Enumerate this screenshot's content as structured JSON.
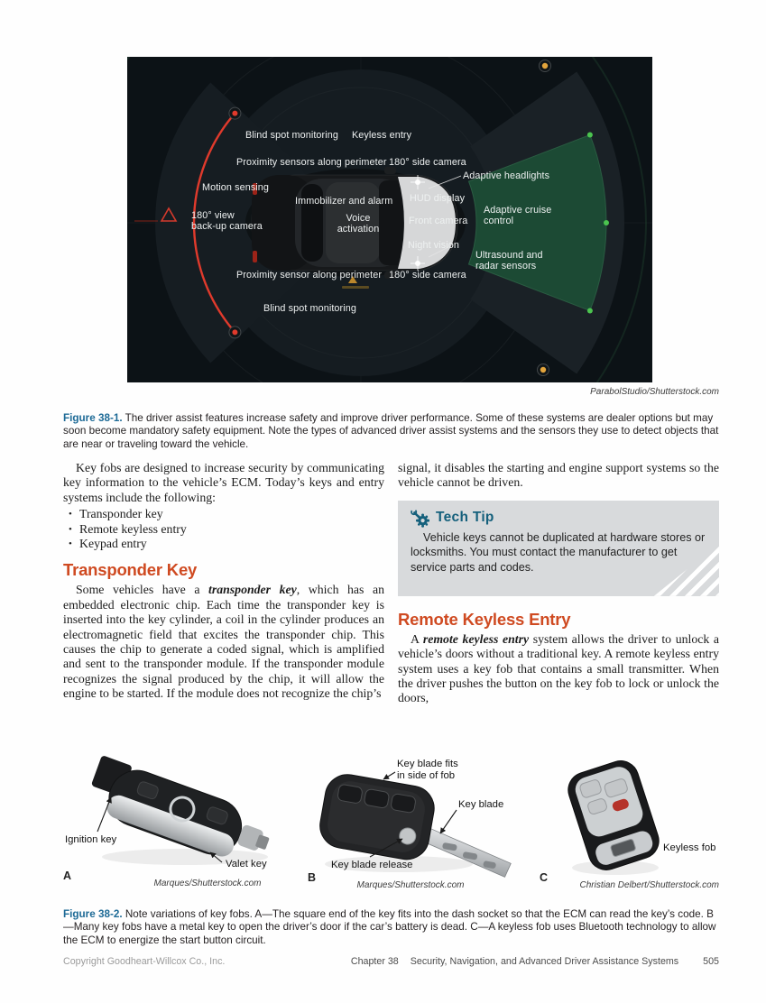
{
  "colors": {
    "heading_accent": "#cf4a21",
    "caption_label_blue": "#1d6a96",
    "tech_tip_teal": "#15607c",
    "tech_tip_bg": "#d8dadc",
    "figure_bg": "#0c1216",
    "zone_green": "#1c4a34",
    "arc_red": "#e03a2c",
    "dot_orange": "#e2a43c",
    "dot_green": "#4bc44f"
  },
  "icons": {
    "tech_tip": "gear-wrench-icon"
  },
  "figure1": {
    "labels": [
      "Blind spot monitoring",
      "Keyless entry",
      "Proximity sensors along perimeter",
      "180° side camera",
      "Adaptive headlights",
      "Motion sensing",
      "Immobilizer and alarm",
      "HUD display",
      "180° view\nback-up camera",
      "Voice\nactivation",
      "Front camera",
      "Adaptive cruise\ncontrol",
      "Night vision",
      "Ultrasound and\nradar sensors",
      "Proximity sensor along perimeter",
      "180° side camera",
      "Blind spot monitoring"
    ],
    "attribution": "ParabolStudio/Shutterstock.com",
    "caption_label": "Figure 38-1.",
    "caption_text": " The driver assist features increase safety and improve driver performance. Some of these systems are dealer options but may soon become mandatory safety equipment. Note the types of advanced driver assist systems and the sensors they use to detect objects that are near or traveling toward the vehicle."
  },
  "article": {
    "intro": "Key fobs are designed to increase security by communicating key information to the vehicle’s ECM. Today’s keys and entry systems include the following:",
    "bullets": [
      "Transponder key",
      "Remote keyless entry",
      "Keypad entry"
    ],
    "transponder": {
      "heading": "Transponder Key",
      "p_pre": "Some vehicles have a ",
      "p_term": "transponder key",
      "p_post": ", which has an embedded electronic chip. Each time the transponder key is inserted into the key cylinder, a coil in the cylinder produces an electromagnetic field that excites the transponder chip. This causes the chip to generate a coded signal, which is amplified and sent to the transponder module. If the transponder module recognizes the signal produced by the chip, it will allow the engine to be started. If the module does not recognize the chip’s"
    },
    "col2_p1": "signal, it disables the starting and engine support systems so the vehicle cannot be driven.",
    "tech_tip": {
      "title": "Tech Tip",
      "body": "Vehicle keys cannot be duplicated at hardware stores or locksmiths. You must contact the manufacturer to get service parts and codes."
    },
    "remote": {
      "heading": "Remote Keyless Entry",
      "p_pre": "A ",
      "p_term": "remote keyless entry",
      "p_post": " system allows the driver to unlock a vehicle’s doors without a traditional key. A remote keyless entry system uses a key fob that contains a small transmitter. When the driver pushes the button on the key fob to lock or unlock the doors,"
    }
  },
  "figure2": {
    "panels": [
      {
        "letter": "A",
        "attribution": "Marques/Shutterstock.com",
        "label_ignition": "Ignition key",
        "label_valet": "Valet key"
      },
      {
        "letter": "B",
        "attribution": "Marques/Shutterstock.com",
        "label_fits": "Key blade fits\nin side of fob",
        "label_blade": "Key blade",
        "label_release": "Key blade release"
      },
      {
        "letter": "C",
        "attribution": "Christian Delbert/Shutterstock.com",
        "label_keyless": "Keyless fob"
      }
    ],
    "caption_label": "Figure 38-2.",
    "caption_text": " Note variations of key fobs. A—The square end of the key fits into the dash socket so that the ECM can read the key’s code. B—Many key fobs have a metal key to open the driver’s door if the car’s battery is dead. C—A keyless fob uses Bluetooth technology to allow the ECM to energize the start button circuit."
  },
  "footer": {
    "copyright": "Copyright Goodheart-Willcox Co., Inc.",
    "chapter": "Chapter 38",
    "chapter_title": "Security, Navigation, and Advanced Driver Assistance Systems",
    "page_number": "505"
  }
}
